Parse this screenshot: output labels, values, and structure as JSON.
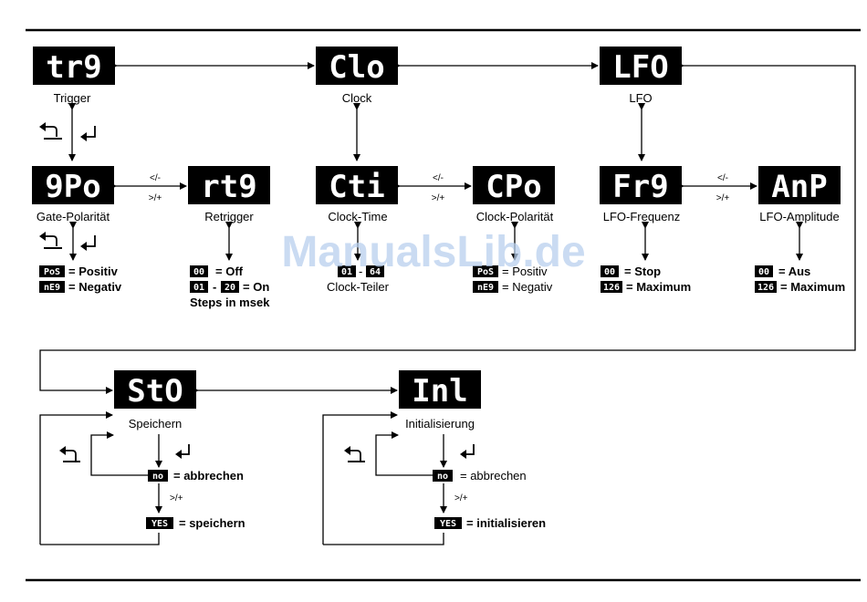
{
  "displays": {
    "trg": "tr9",
    "clo": "Clo",
    "lfo": "LFO",
    "gpo": "9Po",
    "rtg": "rt9",
    "cti": "Cti",
    "cpo": "CPo",
    "frq": "Fr9",
    "amp": "AnP",
    "sto": "StO",
    "ini": "Inl"
  },
  "labels": {
    "trigger": "Trigger",
    "clock": "Clock",
    "lfo": "LFO",
    "gate_pol": "Gate-Polarität",
    "retrigger": "Retrigger",
    "clock_time": "Clock-Time",
    "clock_pol": "Clock-Polarität",
    "lfo_freq": "LFO-Frequenz",
    "lfo_amp": "LFO-Amplitude",
    "speichern": "Speichern",
    "init": "Initialisierung"
  },
  "nav": {
    "minus": "</-",
    "plus": ">/+"
  },
  "options": {
    "gpo_pos_chip": "PoS",
    "gpo_pos": "= Positiv",
    "gpo_neg_chip": "nE9",
    "gpo_neg": "= Negativ",
    "rtg_off_chip": "00",
    "rtg_off": "= Off",
    "rtg_on_chip1": "01",
    "rtg_dash": "-",
    "rtg_on_chip2": "20",
    "rtg_on": "= On",
    "rtg_steps": "Steps in msek",
    "cti_chip1": "01",
    "cti_dash": "-",
    "cti_chip2": "64",
    "cti_text": "Clock-Teiler",
    "cpo_pos_chip": "PoS",
    "cpo_pos": "= Positiv",
    "cpo_neg_chip": "nE9",
    "cpo_neg": "= Negativ",
    "frq_stop_chip": "00",
    "frq_stop": "= Stop",
    "frq_max_chip": "126",
    "frq_max": "= Maximum",
    "amp_aus_chip": "00",
    "amp_aus": "= Aus",
    "amp_max_chip": "126",
    "amp_max": "= Maximum",
    "sto_no_chip": "no",
    "sto_no": "= abbrechen",
    "sto_yes_chip": "YES",
    "sto_yes": "= speichern",
    "ini_no_chip": "no",
    "ini_no": "= abbrechen",
    "ini_yes_chip": "YES",
    "ini_yes": "= initialisieren"
  },
  "watermark": "ManualsLib.de"
}
